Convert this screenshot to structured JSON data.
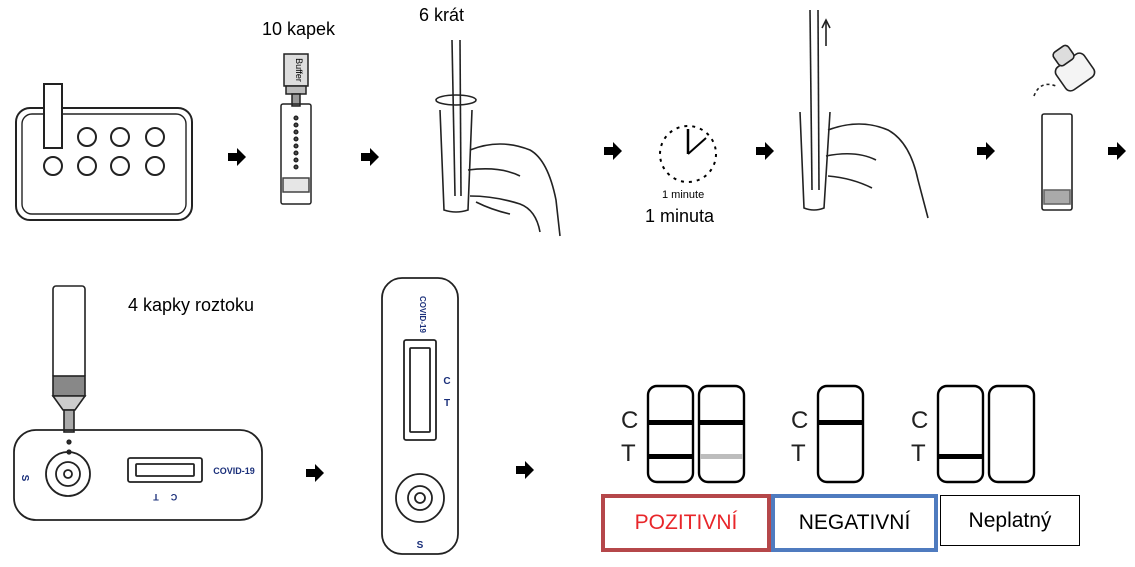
{
  "step_labels": {
    "drops": "10 kapek",
    "times": "6 krát",
    "minute_en": "1 minute",
    "minute_cs": "1 minuta",
    "sample_drops": "4 kapky roztoku"
  },
  "bottle_label": "Buffer",
  "device": {
    "brand": "COVID-19",
    "sample_mark": "S",
    "control_mark": "C",
    "test_mark": "T"
  },
  "results": {
    "line_c": "C",
    "line_t": "T",
    "positive": "POZITIVNÍ",
    "negative": "NEGATIVNÍ",
    "invalid": "Neplatný"
  },
  "colors": {
    "positive_border": "#b5474a",
    "positive_text": "#e8262a",
    "negative_border": "#4f7bbf",
    "invalid_border": "#000000",
    "faint_line": "#bdbdbd"
  }
}
